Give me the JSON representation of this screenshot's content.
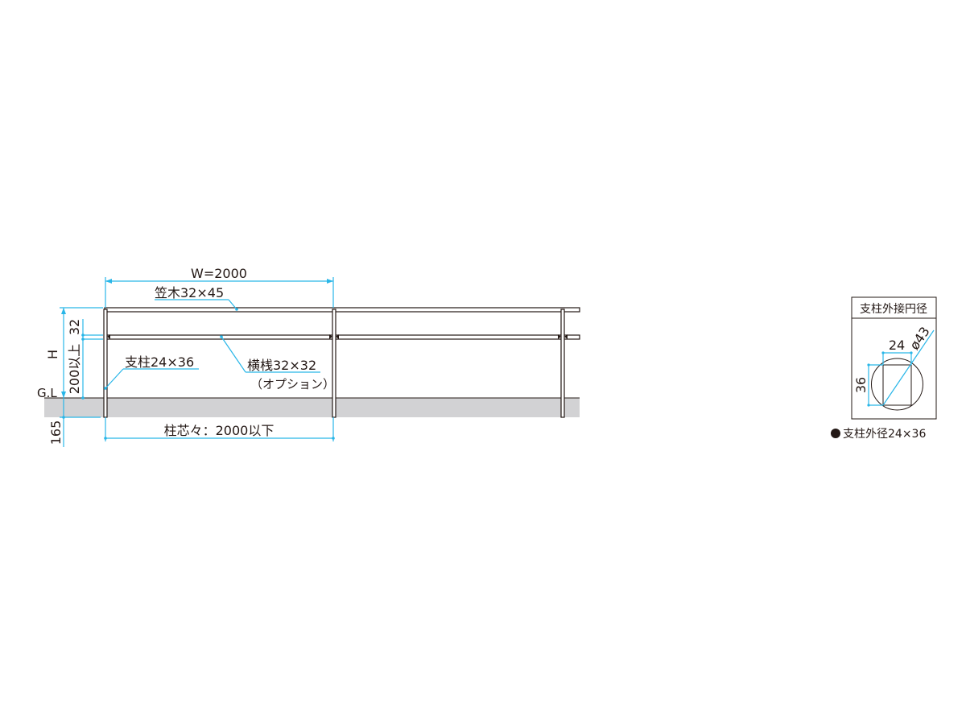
{
  "elevation": {
    "width_label": "W=2000",
    "top_rail_label": "笠木32×45",
    "post_label": "支柱24×36",
    "mid_rail_label": "横桟32×32",
    "mid_rail_option_label": "（オプション）",
    "height_label": "H",
    "gl_label": "G.L",
    "rail_gap_label": "32",
    "clearance_label": "200以上",
    "embed_depth_label": "165",
    "post_pitch_label": "柱芯々：2000以下"
  },
  "section": {
    "title": "支柱外接円径",
    "width_dim": "24",
    "height_dim": "36",
    "diameter_label": "ø43",
    "caption_bullet": "●",
    "caption": "支柱外径24×36"
  },
  "colors": {
    "dimension": "#29b6e8",
    "line": "#231815",
    "ground": "#d2d2d4"
  }
}
